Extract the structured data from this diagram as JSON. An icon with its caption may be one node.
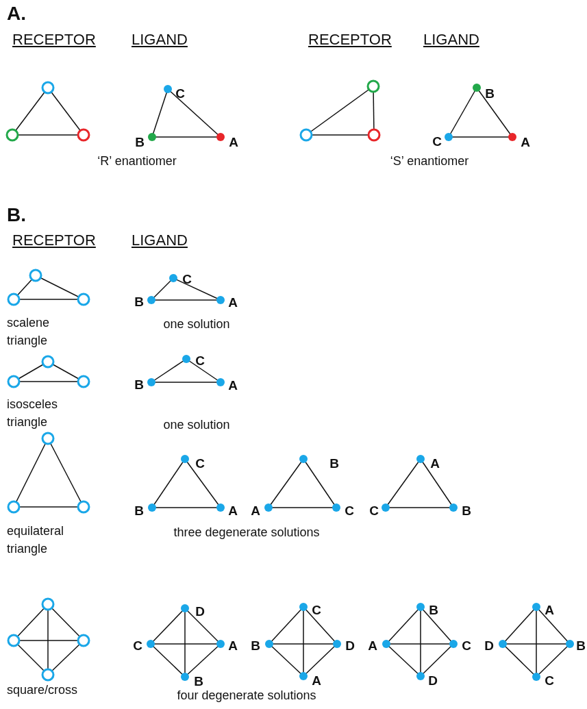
{
  "diagram": {
    "labels": [
      "A.",
      "RECEPTOR",
      "LIGAND",
      "RECEPTOR",
      "LIGAND",
      "C",
      "B",
      "A",
      "B",
      "C",
      "A",
      "‘R’ enantiomer",
      "‘S’ enantiomer",
      "B.",
      "RECEPTOR",
      "LIGAND",
      "C",
      "B",
      "A",
      "scalene triangle",
      "one solution",
      "C",
      "B",
      "A",
      "isosceles triangle",
      "one solution",
      "C",
      "B",
      "A",
      "B",
      "A",
      "C",
      "A",
      "C",
      "B",
      "equilateral triangle",
      "three degenerate solutions",
      "D",
      "C",
      "A",
      "B",
      "C",
      "B",
      "D",
      "A",
      "B",
      "A",
      "C",
      "D",
      "A",
      "D",
      "B",
      "C",
      "square/cross",
      "four degenerate solutions"
    ]
  }
}
